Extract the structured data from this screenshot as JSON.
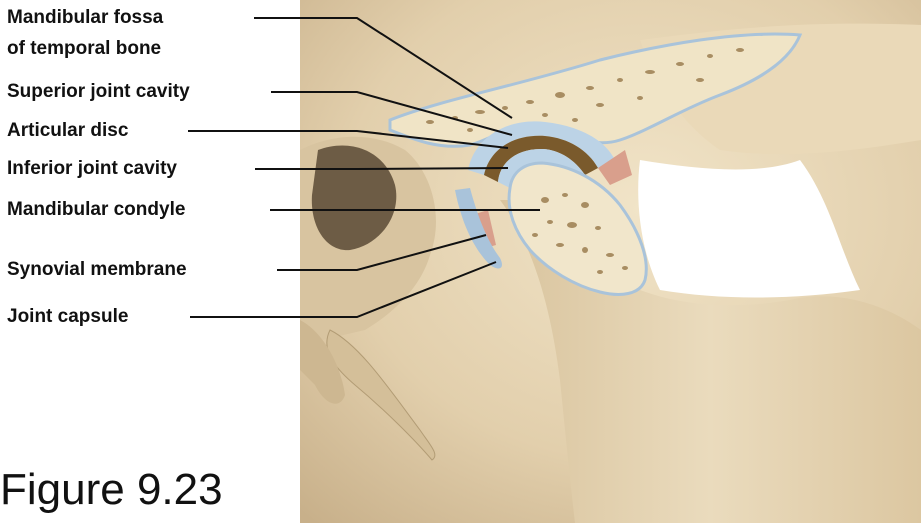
{
  "labels": {
    "mandibular_fossa_line1": "Mandibular fossa",
    "mandibular_fossa_line2": "of temporal bone",
    "superior_joint_cavity": "Superior joint cavity",
    "articular_disc": "Articular disc",
    "inferior_joint_cavity": "Inferior joint cavity",
    "mandibular_condyle": "Mandibular condyle",
    "synovial_membrane": "Synovial membrane",
    "joint_capsule": "Joint capsule"
  },
  "caption": "Figure 9.23",
  "colors": {
    "bone": "#e6d6b8",
    "bone_shadow": "#c9b48f",
    "spongy_bone": "#efe2c3",
    "spongy_pores": "#a88d62",
    "cartilage": "#bcd3e6",
    "articular_disc": "#7a5a2c",
    "synovial": "#d99f8c",
    "leader_line": "#111111"
  }
}
